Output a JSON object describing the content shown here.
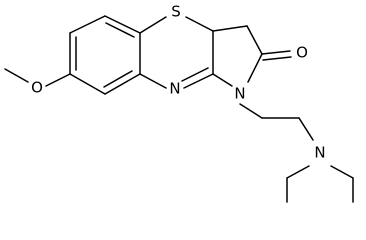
{
  "atoms": {
    "sulfur": "S",
    "ring_nitrogen": "N",
    "lactam_nitrogen": "N",
    "amine_nitrogen": "N",
    "carbonyl_oxygen": "O",
    "methoxy_oxygen": "O"
  },
  "colors": {
    "bond": "#000000",
    "label": "#000000",
    "background": "#ffffff"
  }
}
